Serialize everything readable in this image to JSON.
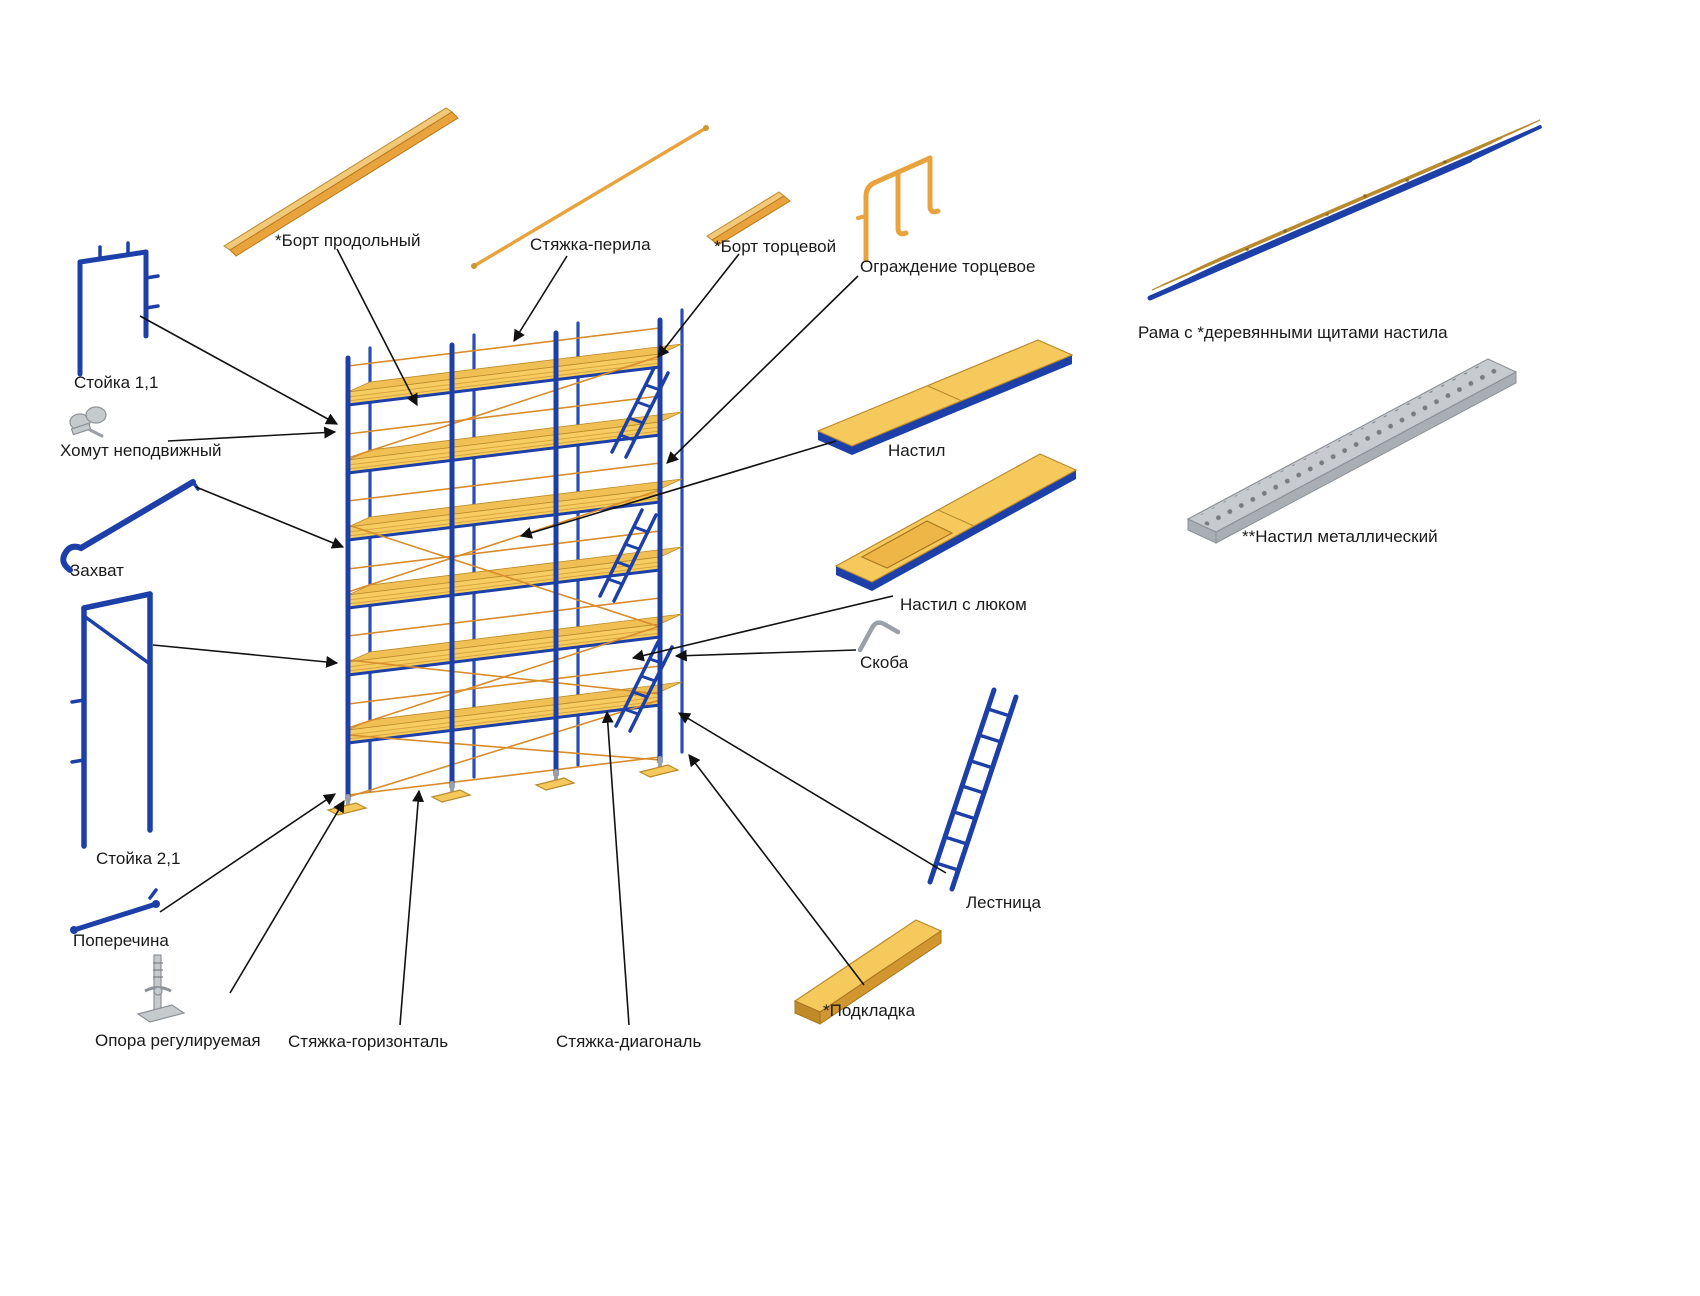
{
  "diagram": {
    "kind": "exploded parts diagram of frame scaffolding",
    "labels": {
      "bort_prodolny": "*Борт продольный",
      "styazhka_perila": "Стяжка-перила",
      "bort_tortsevoy": "*Борт торцевой",
      "ograzhdenie_tortsevoe": "Ограждение торцевое",
      "stoyka_1_1": "Стойка 1,1",
      "khomut_nepodvizhny": "Хомут неподвижный",
      "zakhvat": "Захват",
      "stoyka_2_1": "Стойка 2,1",
      "poperechina": "Поперечина",
      "opora_reguliruemaya": "Опора регулируемая",
      "styazhka_gorizontal": "Стяжка-горизонталь",
      "styazhka_diagonal": "Стяжка-диагональ",
      "nastil": "Настил",
      "nastil_s_lyukom": "Настил с люком",
      "skoba": "Скоба",
      "lestnitsa": "Лестница",
      "podkladka": "*Подкладка",
      "rama_s_schitami": "Рама с *деревянными щитами  настила",
      "nastil_metallicheskiy": "**Настил металлический"
    },
    "colors": {
      "frame_blue": "#1d3fa8",
      "deck_yellow": "#f5c95c",
      "wood_orange": "#e8a33d",
      "tie_orange": "#d98c2b",
      "metal_gray": "#c7cbd0",
      "label_text": "#1a1a1a",
      "arrow": "#111111"
    }
  }
}
